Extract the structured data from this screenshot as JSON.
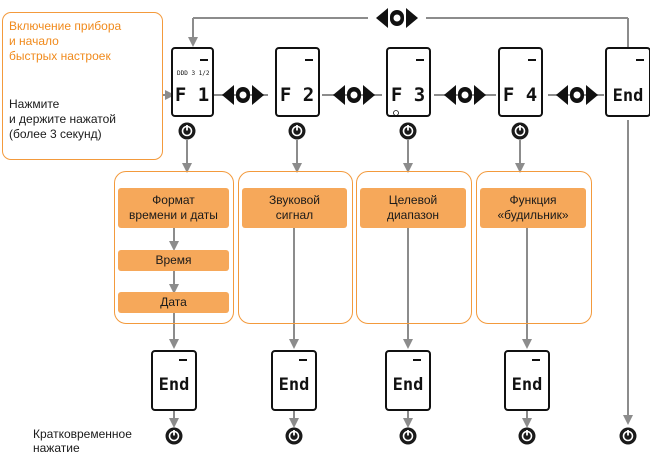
{
  "intro": {
    "title_lines": [
      "Включение прибора",
      "и начало",
      "быстрых настроек"
    ],
    "instruction_lines": [
      "Нажмите",
      "и держите нажатой",
      "(более 3 секунд)"
    ]
  },
  "screens": [
    {
      "text": "F 1",
      "extra": "DDD 3 1/2"
    },
    {
      "text": "F 2"
    },
    {
      "text": "F 3"
    },
    {
      "text": "F 4"
    },
    {
      "text": "End"
    }
  ],
  "groups": [
    {
      "labels": [
        [
          "Формат",
          "времени и даты"
        ],
        [
          "Время"
        ],
        [
          "Дата"
        ]
      ]
    },
    {
      "labels": [
        [
          "Звуковой",
          "сигнал"
        ]
      ]
    },
    {
      "labels": [
        [
          "Целевой",
          "диапазон"
        ]
      ]
    },
    {
      "labels": [
        [
          "Функция",
          "«будильник»"
        ]
      ]
    }
  ],
  "end_screen_text": "End",
  "bottom_note_lines": [
    "Кратковременное",
    "нажатие"
  ],
  "colors": {
    "orange": "#f39a3c",
    "label_fill": "#f6a85a",
    "arrow_gray": "#8c8c8c",
    "dark": "#1a1a1a"
  },
  "icons": {
    "power": "power-button-icon",
    "nav": "left-right-arrows-icon"
  }
}
